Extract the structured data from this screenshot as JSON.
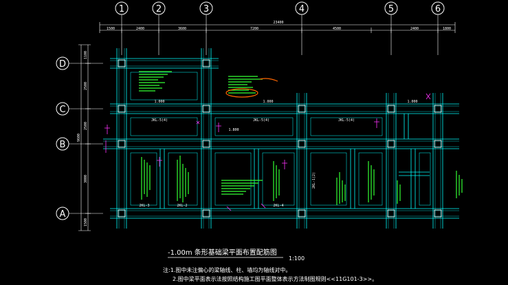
{
  "drawing": {
    "title": "-1.00m 条形基础梁平面布置配筋图",
    "scale": "1:100",
    "notes": [
      "注:1.图中未注偏心的梁轴线、柱、墙均为轴线对中。",
      "2.图中梁平面表示法按照结构施工图平面整体表示方法制图规则<<11G101-3>>。"
    ],
    "total_dimension": "23400",
    "bay_dimensions": [
      "1500",
      "2400",
      "3600",
      "7200",
      "4500",
      "2400",
      "1800"
    ],
    "grid_columns": [
      "1",
      "2",
      "3",
      "4",
      "5",
      "6"
    ],
    "grid_rows": [
      "D",
      "C",
      "B",
      "A"
    ],
    "row_dimensions": [
      "1100",
      "2500",
      "2500",
      "3000",
      "1500"
    ],
    "row_total": "9600",
    "beam_labels": [
      "1.000",
      "1.000",
      "1.000"
    ],
    "beam_callouts": [
      "JKL-5(4)",
      "JKL-5(4)",
      "JKL-5(4)"
    ],
    "mid_label": "2KL-1(2)",
    "col_tag": "1.800",
    "side_tags": [
      "2KL-3",
      "2KL-2",
      "2KL-4"
    ]
  },
  "colors": {
    "background": "#000000",
    "beam": "#00ffff",
    "annotation": "#33ff33",
    "marker": "#ff33ff",
    "highlight": "#ff6600",
    "text": "#ffffff"
  }
}
